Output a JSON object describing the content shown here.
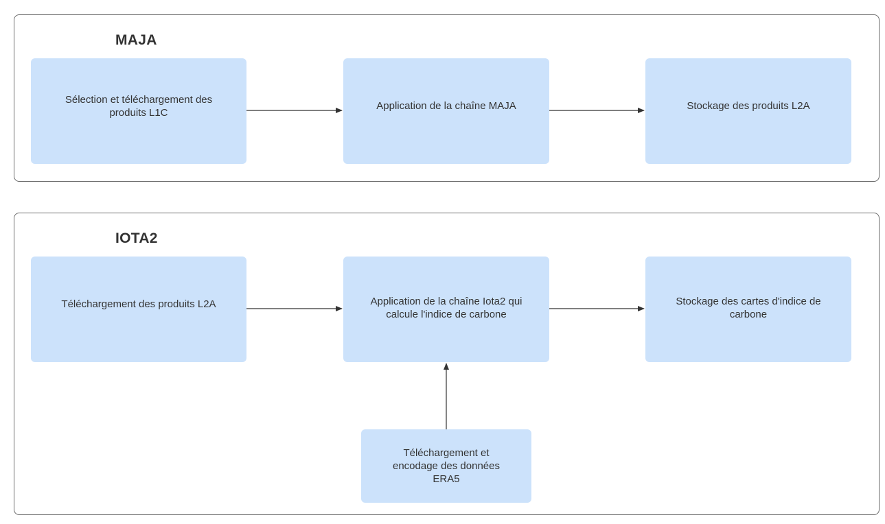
{
  "groups": {
    "maja": {
      "title": "MAJA",
      "nodes": {
        "selection": "Sélection et téléchargement des produits L1C",
        "application": "Application de la chaîne MAJA",
        "stockage": "Stockage des produits L2A"
      }
    },
    "iota2": {
      "title": "IOTA2",
      "nodes": {
        "telechargement": "Téléchargement des produits L2A",
        "application": "Application de la chaîne Iota2 qui calcule l'indice de carbone",
        "stockage": "Stockage des cartes d'indice de carbone",
        "era5": "Téléchargement et encodage des données ERA5"
      }
    }
  },
  "colors": {
    "node_fill": "#cce2fb",
    "group_border": "#6b6b6b",
    "arrow": "#333333",
    "text": "#333333"
  }
}
